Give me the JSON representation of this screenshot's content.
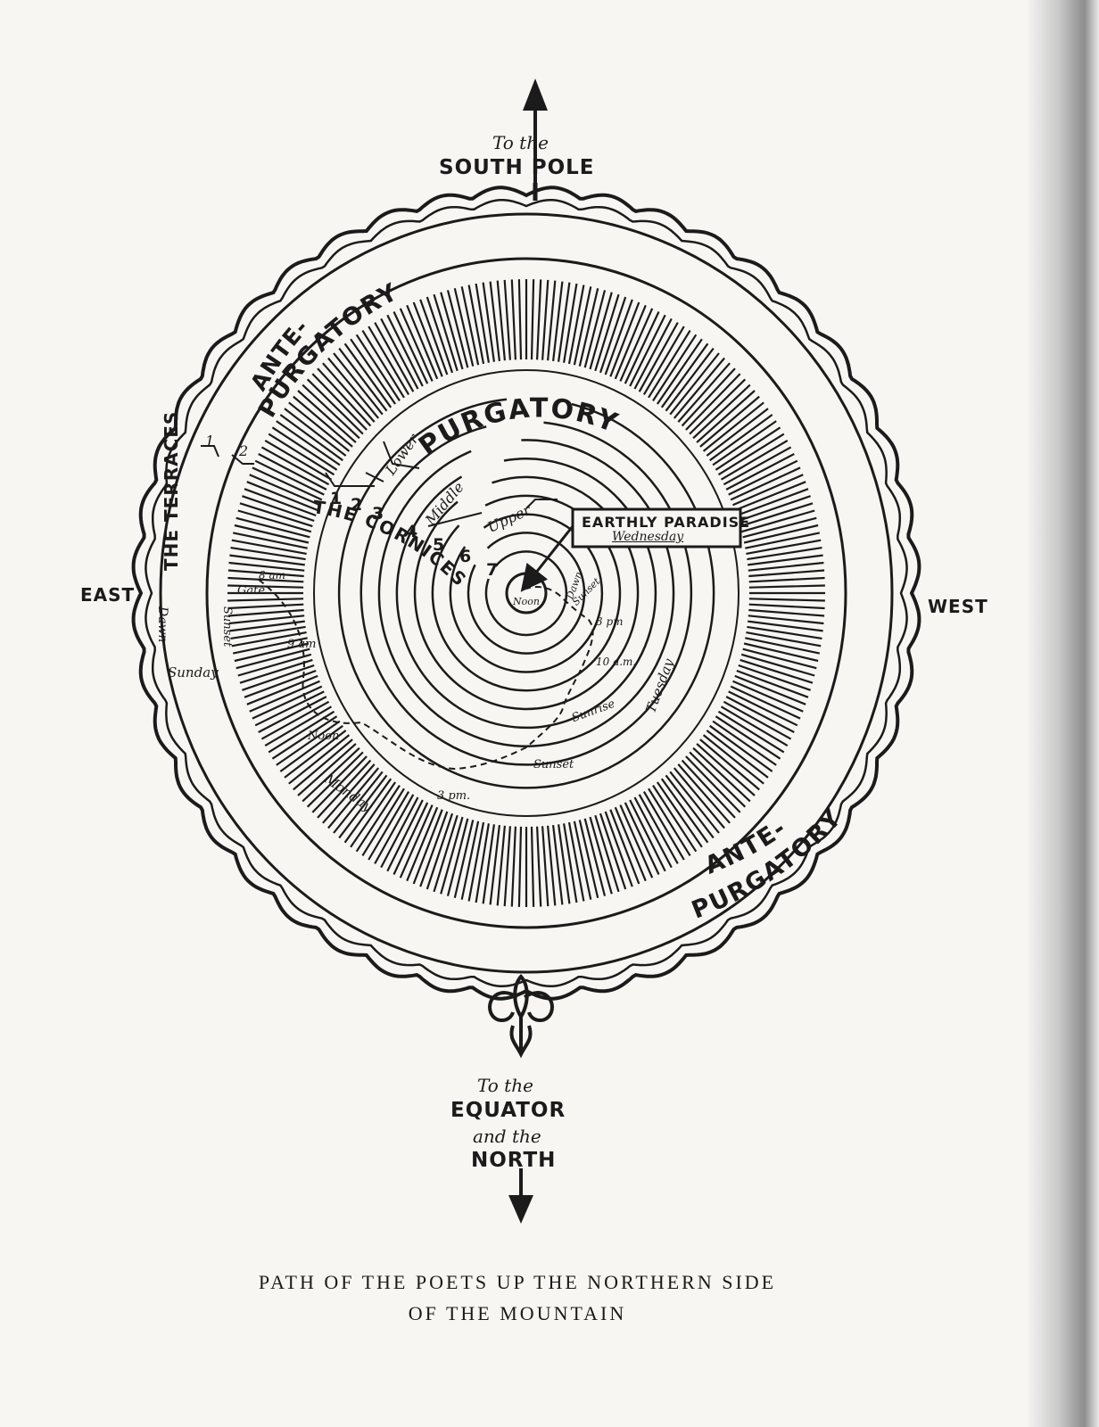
{
  "top_direction": {
    "line1": "To the",
    "line2": "SOUTH POLE"
  },
  "bottom_direction": {
    "line1": "To the",
    "line2": "EQUATOR",
    "line3": "and the",
    "line4": "NORTH"
  },
  "east": "EAST",
  "west": "WEST",
  "ante_purgatory_top": {
    "line1": "ANTE-",
    "line2": "PURGATORY"
  },
  "ante_purgatory_bottom": {
    "line1": "ANTE-",
    "line2": "PURGATORY"
  },
  "purgatory": "PURGATORY",
  "the_terraces": "THE TERRACES",
  "terrace_numbers": [
    "1",
    "2"
  ],
  "the_cornices": "THE CORNICES",
  "cornice_numbers": [
    "1",
    "2",
    "3",
    "4",
    "5",
    "6",
    "7"
  ],
  "cornice_groups": [
    "Lower",
    "Middle",
    "Upper"
  ],
  "earthly_paradise": {
    "title": "EARTHLY PARADISE",
    "day": "Wednesday"
  },
  "times": {
    "noon_center": "Noon",
    "dawn_center": "Dawn",
    "sunset_center": "Sunset",
    "three_pm_right": "3 pm",
    "ten_am": "10 a.m.",
    "sunrise": "Sunrise",
    "tuesday": "Tuesday",
    "sunset_bottom": "Sunset",
    "three_pm_bottom": "3 pm.",
    "monday": "Monday",
    "noon_left": "Noon",
    "nine_am": "9 am",
    "eight_am": "8 am",
    "gate": "Gate",
    "dawn_left": "Dawn",
    "sunset_left": "Sunset",
    "sunday": "Sunday"
  },
  "caption": {
    "line1": "PATH OF THE POETS UP THE NORTHERN SIDE",
    "line2": "OF THE MOUNTAIN"
  },
  "colors": {
    "ink": "#1b1b1b",
    "paper": "#f7f6f3"
  }
}
